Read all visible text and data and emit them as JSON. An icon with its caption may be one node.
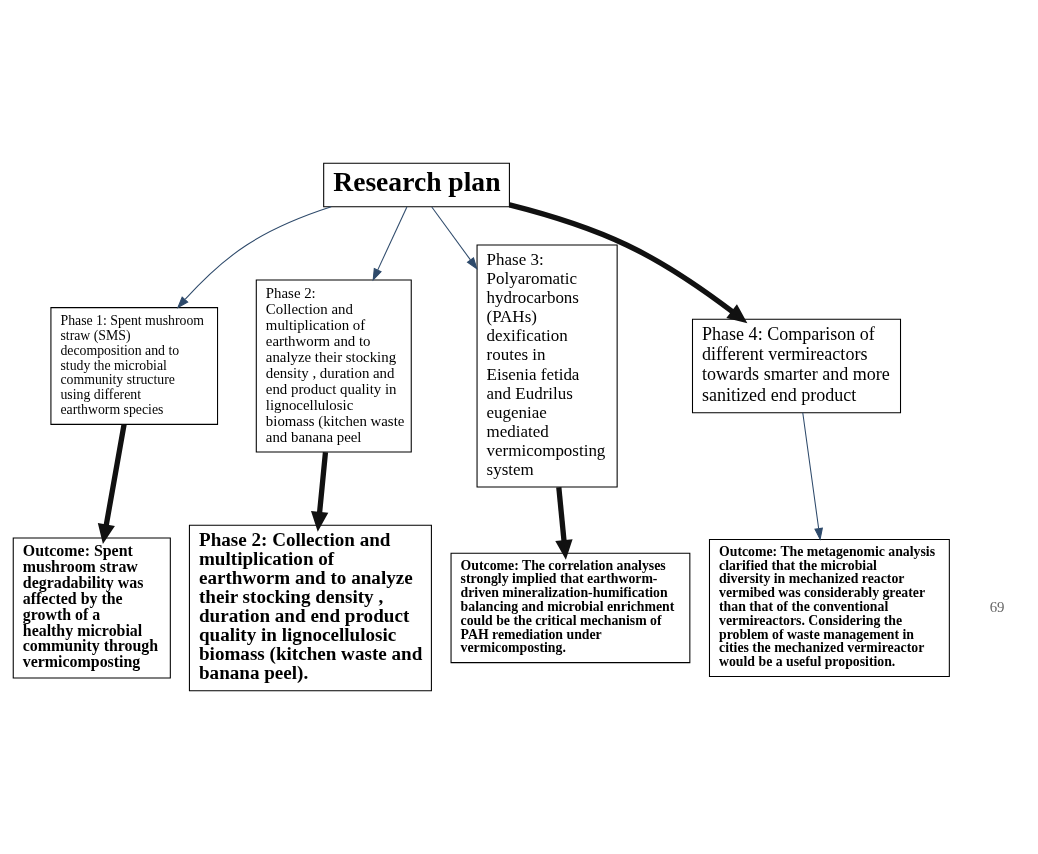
{
  "diagram": {
    "nodes": [
      {
        "text": [
          "Research plan"
        ]
      },
      {
        "text": [
          "Phase 1: Spent mushroom straw (SMS) decomposition and to study the microbial community structure using different earthworm species"
        ]
      },
      {
        "text": [
          "Phase 2:",
          "Collection and multiplication of earthworm and to analyze their stocking density , duration and end product quality in lignocellulosic biomass (kitchen waste and banana peel"
        ]
      },
      {
        "text": [
          "Phase 3:",
          "Polyaromatic hydrocarbons (PAHs) dexification routes in Eisenia fetida and Eudrilus eugeniae mediated vermicomposting system"
        ]
      },
      {
        "text": [
          "Phase 4: Comparison of different vermireactors towards smarter and more sanitized end product"
        ]
      },
      {
        "text": [
          "Outcome: Spent mushroom straw degradability was affected by the growth of a healthy microbial community through vermicomposting"
        ]
      },
      {
        "text": [
          "Phase 2: Collection and multiplication of earthworm and to analyze their stocking density , duration and end product quality in lignocellulosic biomass (kitchen waste and banana peel)."
        ]
      },
      {
        "text": [
          "Outcome: The correlation analyses strongly implied that earthworm-driven mineralization-humification balancing and microbial enrichment could be the critical mechanism of PAH remediation under vermicomposting."
        ]
      },
      {
        "text": [
          "Outcome: The metagenomic analysis clarified that the microbial diversity in mechanized reactor vermibed was considerably greater than that of the conventional vermireactors. Considering the problem of waste management in cities the mechanized vermireactor would be a useful proposition."
        ]
      }
    ],
    "edges": [
      {
        "from": 0,
        "to": 1,
        "arrow": "to"
      },
      {
        "from": 0,
        "to": 2,
        "arrow": "to"
      },
      {
        "from": 0,
        "to": 3,
        "arrow": "to"
      },
      {
        "from": 0,
        "to": 4,
        "arrow": "to",
        "style": "thick"
      },
      {
        "from": 1,
        "to": 5,
        "arrow": "to",
        "style": "thick"
      },
      {
        "from": 2,
        "to": 6,
        "arrow": "to",
        "style": "thick"
      },
      {
        "from": 3,
        "to": 7,
        "arrow": "to",
        "style": "thick"
      },
      {
        "from": 4,
        "to": 8,
        "arrow": "to"
      }
    ],
    "labels": [
      "69"
    ]
  }
}
